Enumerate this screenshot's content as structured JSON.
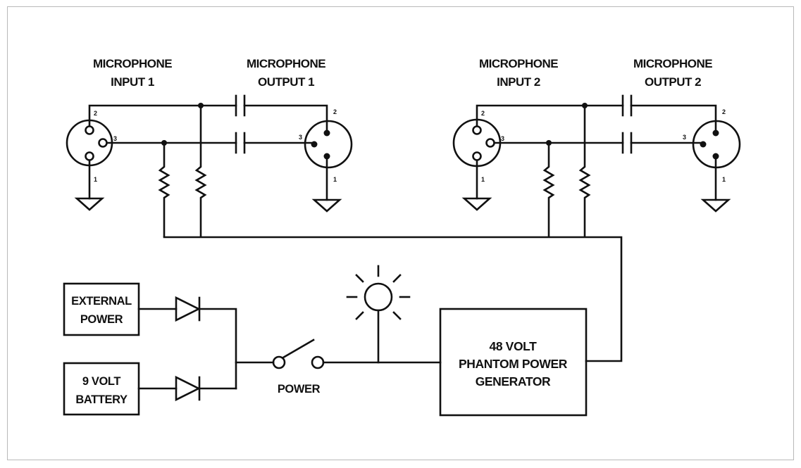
{
  "labels": {
    "mic_input_1": [
      "MICROPHONE",
      "INPUT 1"
    ],
    "mic_output_1": [
      "MICROPHONE",
      "OUTPUT 1"
    ],
    "mic_input_2": [
      "MICROPHONE",
      "INPUT 2"
    ],
    "mic_output_2": [
      "MICROPHONE",
      "OUTPUT 2"
    ],
    "external_power": [
      "EXTERNAL",
      "POWER"
    ],
    "battery": [
      "9 VOLT",
      "BATTERY"
    ],
    "switch": "POWER",
    "generator": [
      "48 VOLT",
      "PHANTOM POWER",
      "GENERATOR"
    ]
  },
  "pins": {
    "p1": "1",
    "p2": "2",
    "p3": "3"
  }
}
